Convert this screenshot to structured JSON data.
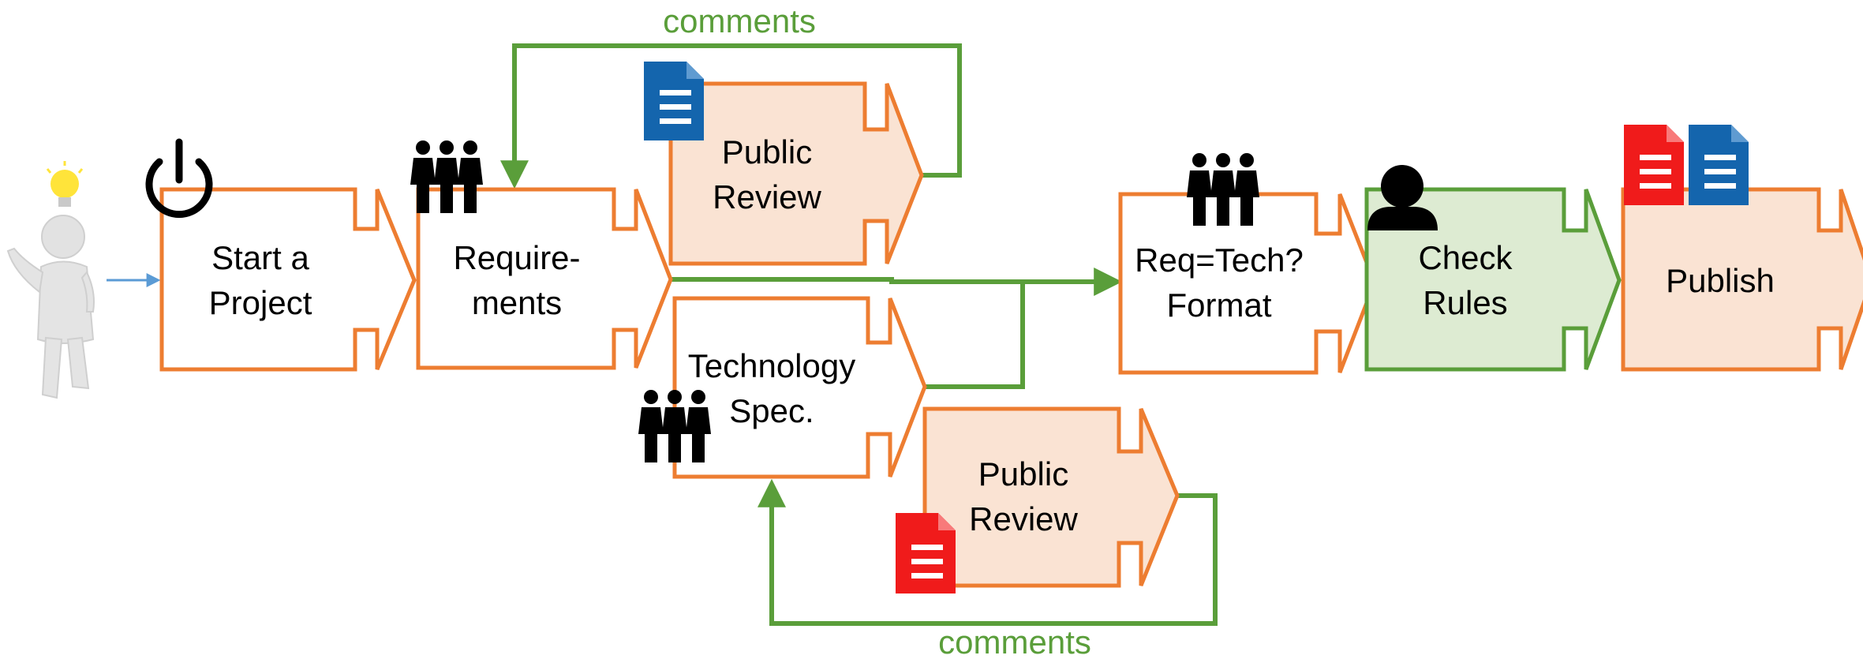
{
  "colors": {
    "orange": "#ed7d31",
    "green": "#5a9e3a",
    "peach_fill": "#fae3d3",
    "green_fill": "#ddebd2",
    "blue_arrow": "#5b9bd5",
    "doc_blue": "#1465ad",
    "doc_red": "#f01b1b"
  },
  "steps": {
    "start_project": {
      "line1": "Start a",
      "line2": "Project",
      "icon": "power-icon"
    },
    "requirements": {
      "line1": "Require-",
      "line2": "ments",
      "icon": "group-icon"
    },
    "public_review_top": {
      "line1": "Public",
      "line2": "Review",
      "icon": "document-blue-icon"
    },
    "technology_spec": {
      "line1": "Technology",
      "line2": "Spec.",
      "icon": "group-icon"
    },
    "public_review_bottom": {
      "line1": "Public",
      "line2": "Review",
      "icon": "document-red-icon"
    },
    "req_tech_format": {
      "line1": "Req=Tech?",
      "line2": "Format",
      "icon": "group-icon"
    },
    "check_rules": {
      "line1": "Check",
      "line2": "Rules",
      "icon": "person-icon"
    },
    "publish": {
      "line1": "Publish",
      "icon": "documents-red-blue-icon"
    }
  },
  "loops": {
    "top_comment": "comments",
    "bottom_comment": "comments"
  },
  "actor": {
    "icon": "person-with-lightbulb-icon"
  }
}
